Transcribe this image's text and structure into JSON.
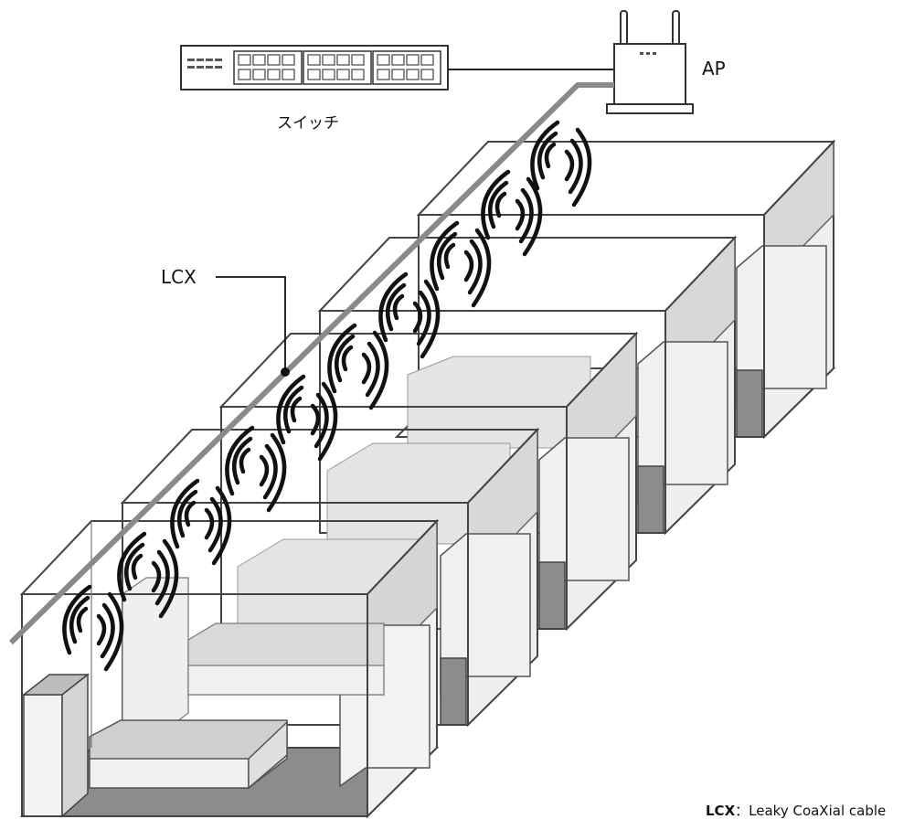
{
  "labels": {
    "ap": "AP",
    "switch": "スイッチ",
    "lcx": "LCX"
  },
  "legend": {
    "term": "LCX",
    "separator": "：",
    "definition": "Leaky CoaXial cable"
  },
  "colors": {
    "line": "#333333",
    "cable": "#8a8a8a",
    "wave": "#111111",
    "floor_dark": "#8c8c8c",
    "panel_light": "#f2f2f2",
    "panel_mid": "#d6d6d6"
  }
}
